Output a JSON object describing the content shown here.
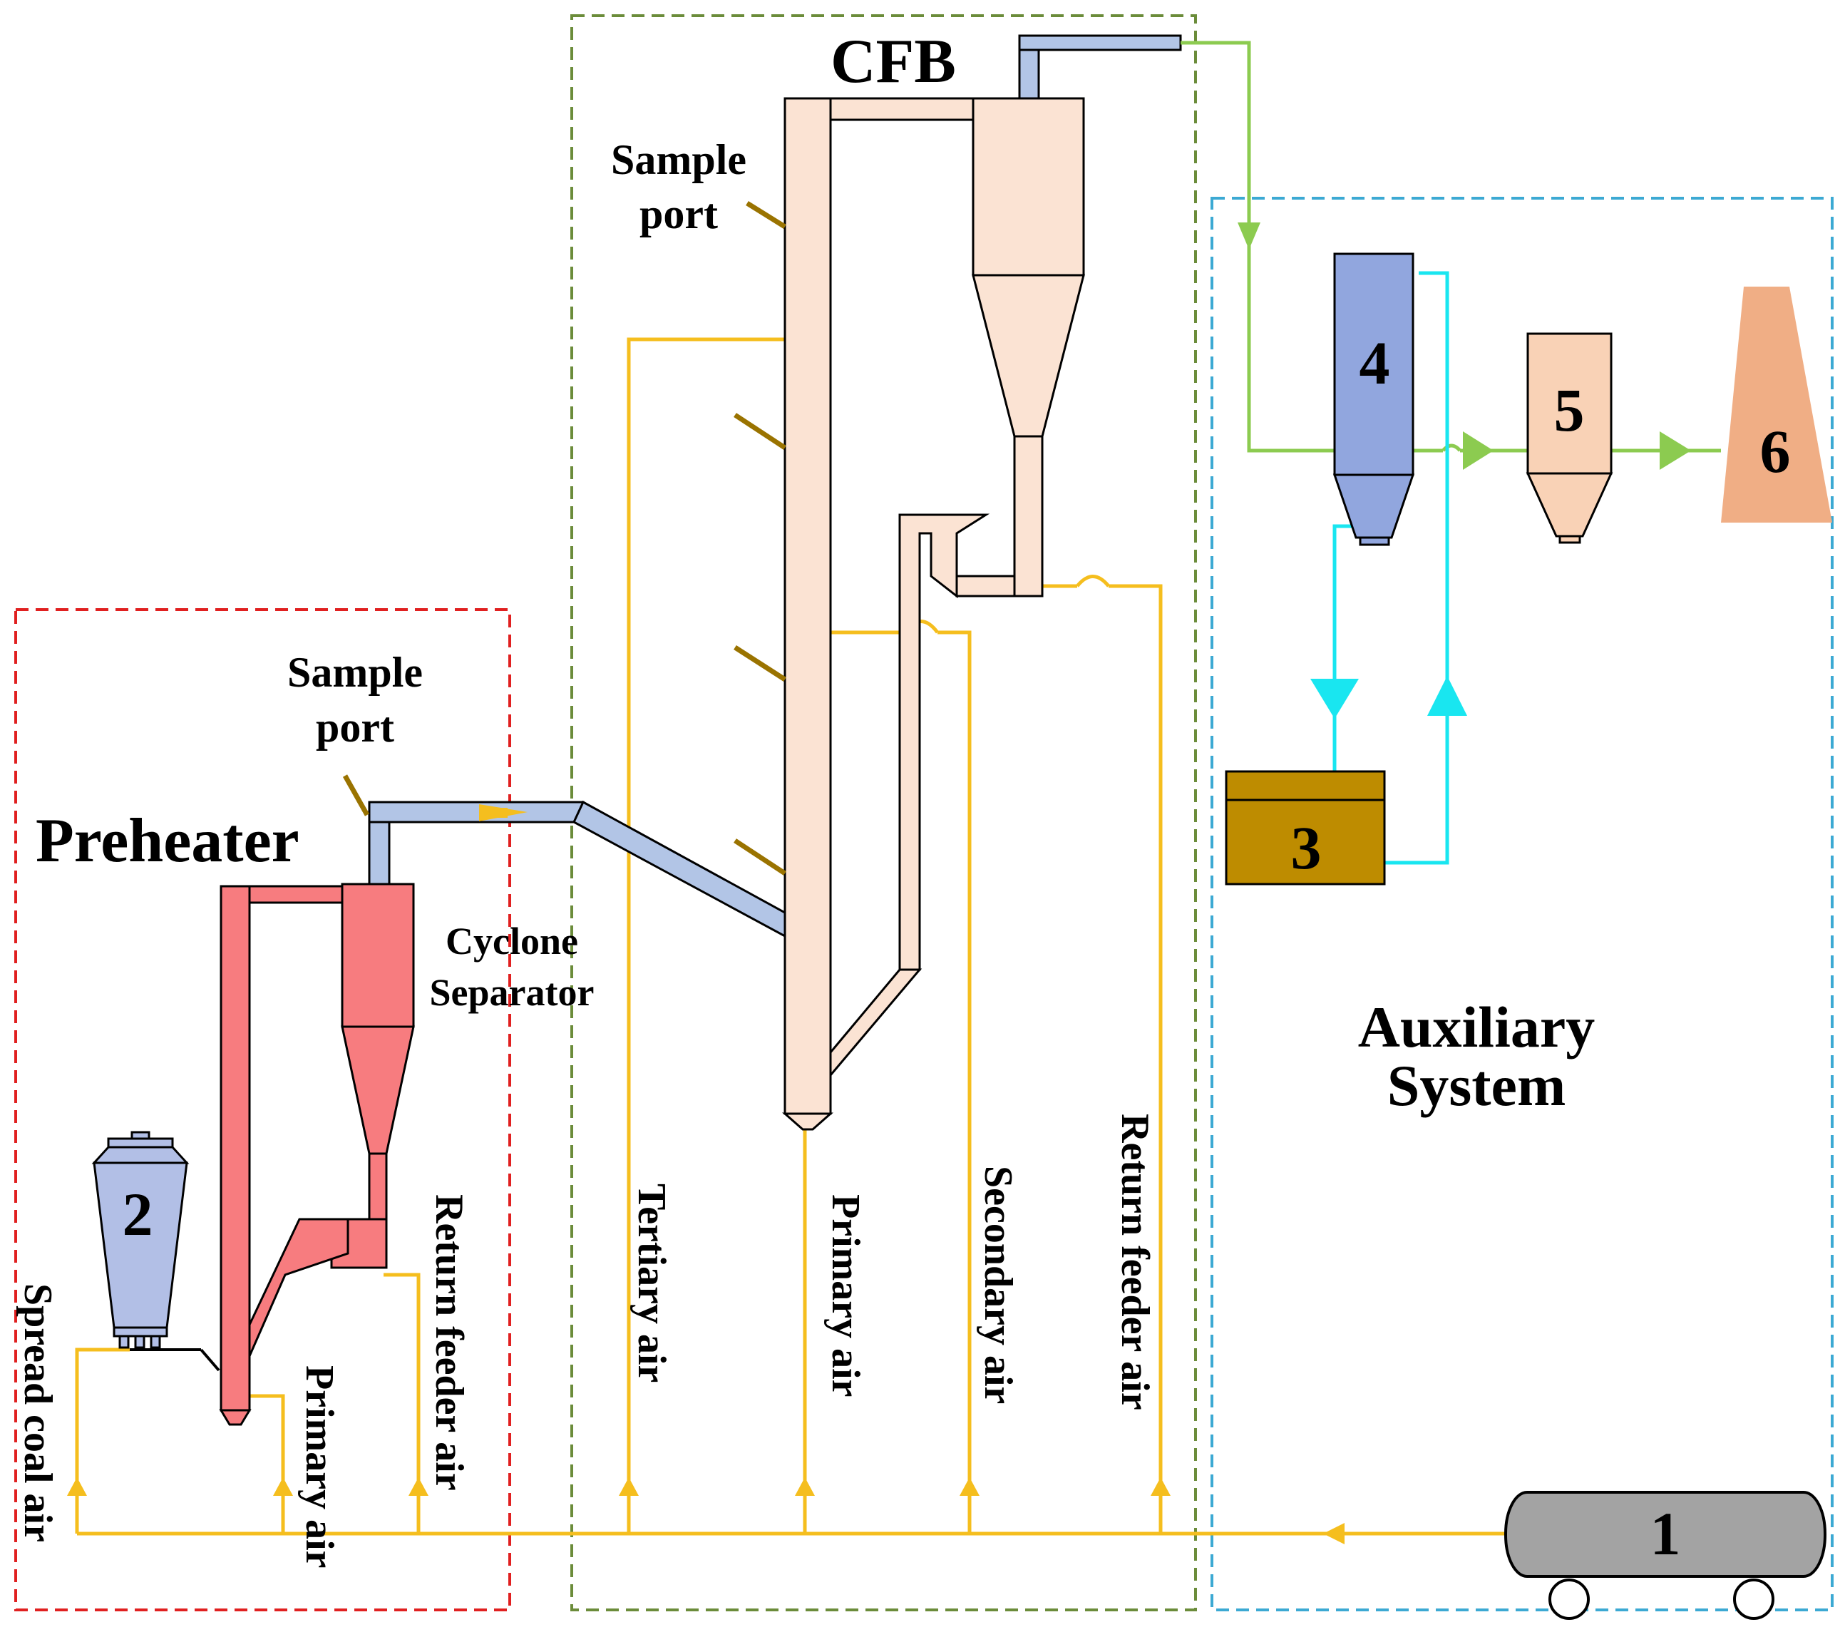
{
  "colors": {
    "air_line": "#F5BE1E",
    "flue_line": "#8CCB50",
    "ash_line": "#19E6F0",
    "preheater_body": "#F77C7F",
    "cfb_body": "#FBE3D3",
    "flue_duct": "#B2C5E6",
    "coal_hopper": "#B2BFE6",
    "unit4": "#91A6DE",
    "unit3": "#BE8C00",
    "unit5": "#F9D2B6",
    "unit6": "#F0AE85",
    "unit1": "#A3A3A3",
    "box_preheater": "#E02020",
    "box_cfb": "#6B8C3A",
    "box_aux": "#3CA9D3",
    "sample_port": "#9A7300"
  },
  "labels": {
    "preheater": "Preheater",
    "cfb": "CFB",
    "auxiliary_line1": "Auxiliary",
    "auxiliary_line2": "System",
    "sample_port_line1": "Sample",
    "sample_port_line2": "port",
    "cyclone_line1": "Cyclone",
    "cyclone_line2": "Separator",
    "spread_coal_air": "Spread coal air",
    "primary_air": "Primary air",
    "return_feeder_air": "Return feeder air",
    "tertiary_air": "Tertiary air",
    "secondary_air": "Secondary air"
  },
  "units": {
    "u1": "1",
    "u2": "2",
    "u3": "3",
    "u4": "4",
    "u5": "5",
    "u6": "6"
  }
}
